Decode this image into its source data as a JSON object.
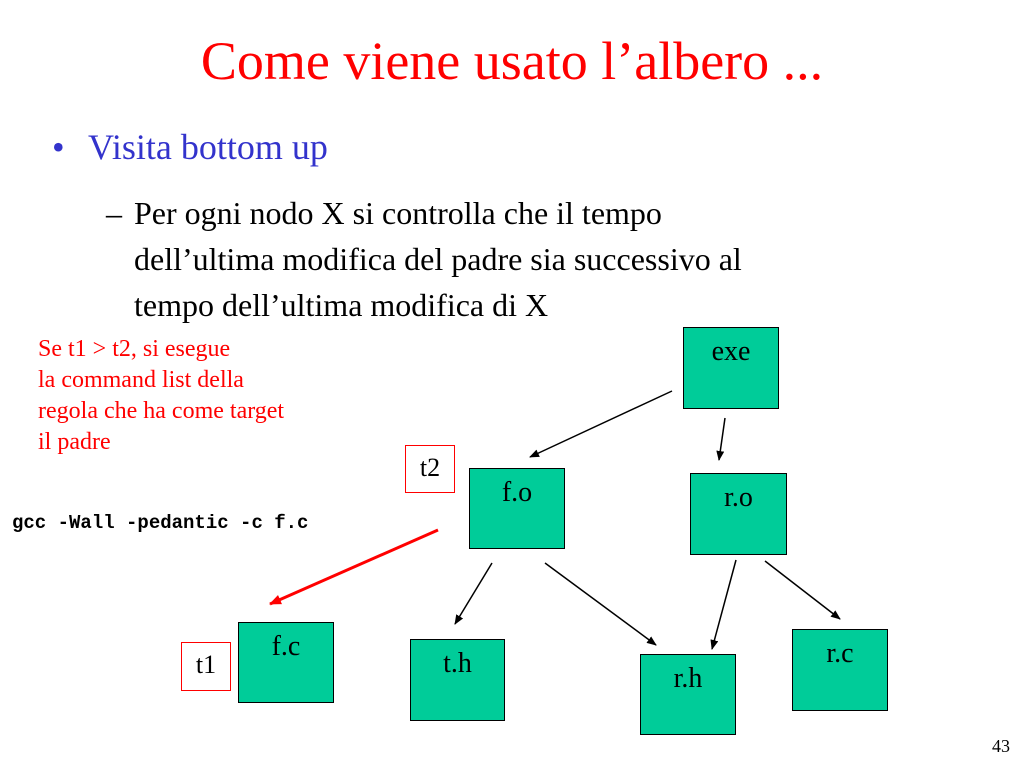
{
  "slide": {
    "title": "Come viene usato l’albero ...",
    "bullet": "Visita bottom up",
    "bullet_marker": "•",
    "sub_marker": "–",
    "sub_lines": [
      "Per ogni nodo X si controlla che il tempo",
      "dell’ultima modifica del padre sia successivo al",
      "tempo dell’ultima modifica di X"
    ],
    "note_lines": [
      "Se t1 > t2, si esegue",
      "la command list della",
      "regola che ha come target",
      "il padre"
    ],
    "command": "gcc -Wall -pedantic -c f.c",
    "page_number": "43"
  },
  "tree": {
    "nodes": {
      "exe": "exe",
      "fo": "f.o",
      "ro": "r.o",
      "fc": "f.c",
      "th": "t.h",
      "rh": "r.h",
      "rc": "r.c"
    },
    "labels": {
      "t1": "t1",
      "t2": "t2"
    },
    "edges": [
      [
        "exe",
        "fo"
      ],
      [
        "exe",
        "ro"
      ],
      [
        "fo",
        "th"
      ],
      [
        "fo",
        "rh"
      ],
      [
        "ro",
        "rh"
      ],
      [
        "ro",
        "rc"
      ]
    ]
  },
  "colors": {
    "title": "#ff0000",
    "bullet": "#3333cc",
    "node_fill": "#00cc99",
    "note": "#ff0000",
    "highlight_arrow": "#ff0000"
  }
}
